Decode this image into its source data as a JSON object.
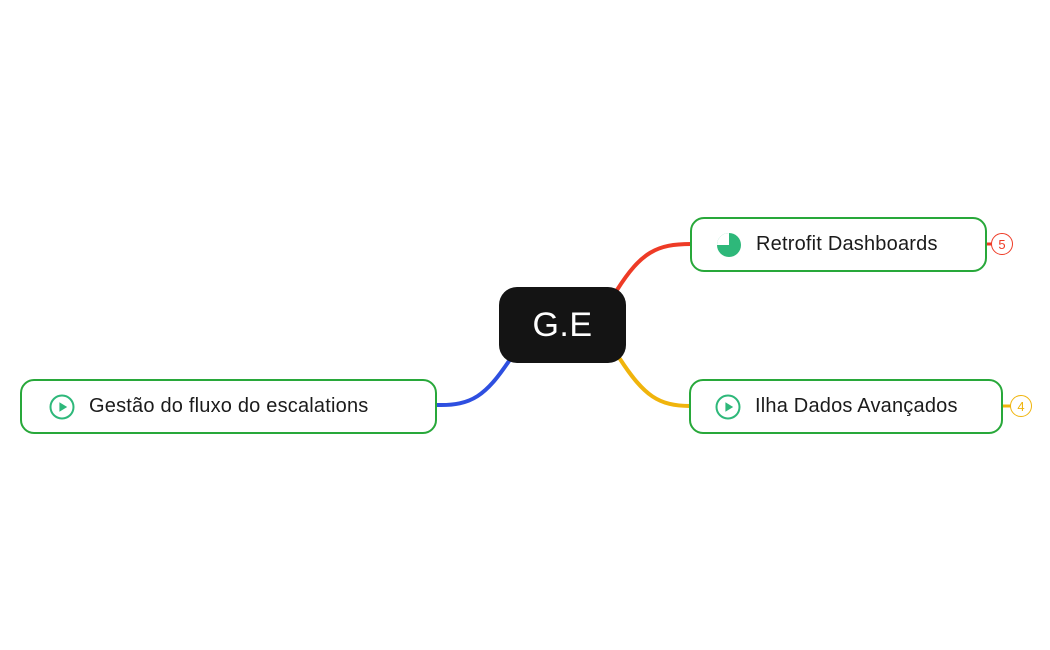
{
  "colors": {
    "node_border_green": "#28a83a",
    "icon_green": "#2eb87a",
    "branch_red": "#ee3b26",
    "branch_yellow": "#f0b40c",
    "branch_blue": "#2e4fe0",
    "central_bg": "#141414",
    "central_text": "#ffffff",
    "label_text": "#1b1b1b",
    "canvas_bg": "#ffffff"
  },
  "central": {
    "label": "G.E"
  },
  "topics": {
    "left": {
      "label": "Gestão do fluxo do escalations",
      "icon": "play-icon",
      "branch_color": "#2e4fe0"
    },
    "retrofit": {
      "label": "Retrofit Dashboards",
      "icon": "pie-chart-icon",
      "badge": "5",
      "branch_color": "#ee3b26"
    },
    "ilha": {
      "label": "Ilha Dados Avançados",
      "icon": "play-icon",
      "badge": "4",
      "branch_color": "#f0b40c"
    }
  }
}
